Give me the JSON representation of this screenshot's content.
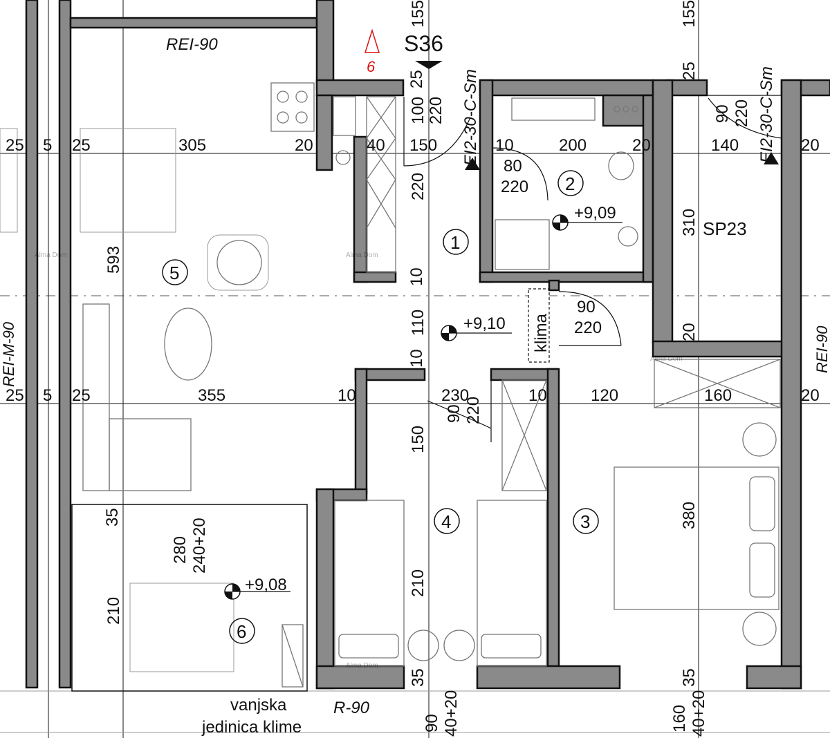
{
  "sheet": {
    "section_mark": "S36",
    "stair_number": "6",
    "climb_rows": [
      "155",
      "155"
    ]
  },
  "rooms": [
    {
      "number": "1",
      "level": "+9,10"
    },
    {
      "number": "2",
      "level": "+9,09"
    },
    {
      "number": "3",
      "level": ""
    },
    {
      "number": "4",
      "level": ""
    },
    {
      "number": "5",
      "level": ""
    },
    {
      "number": "6",
      "level": "+9,08"
    }
  ],
  "shaft": "SP23",
  "fire_ratings": {
    "top_left": "REI-90",
    "entrance_door_1": "EI2-30-C-Sm",
    "entrance_door_2": "EI2-30-C-Sm",
    "left_vertical": "REI-M-90",
    "right_vertical": "REI-90",
    "bottom": "R-90"
  },
  "labels": {
    "klima": "klima",
    "outdoor_unit_line1": "vanjska",
    "outdoor_unit_line2": "jedinica klime"
  },
  "doors": [
    {
      "w": "100",
      "h": "220"
    },
    {
      "w": "80",
      "h": "220"
    },
    {
      "w": "90",
      "h": "220"
    },
    {
      "w": "90",
      "h": "220"
    },
    {
      "w": "90",
      "h": "220"
    }
  ],
  "windows": [
    {
      "w": "280",
      "h": "240+20"
    },
    {
      "w": "90",
      "h": "40+20"
    },
    {
      "w": "160",
      "h": "40+20"
    }
  ],
  "dimensions": {
    "row_upper": [
      "25",
      "5",
      "25",
      "305",
      "20",
      "40",
      "150",
      "10",
      "200",
      "20",
      "140",
      "20"
    ],
    "row_lower": [
      "25",
      "5",
      "25",
      "355",
      "10",
      "230",
      "10",
      "120",
      "160",
      "20"
    ],
    "vertical": [
      "593",
      "25",
      "25",
      "220",
      "310",
      "10",
      "110",
      "10",
      "20",
      "150",
      "380",
      "210",
      "210",
      "35",
      "35",
      "35"
    ]
  },
  "watermark": "Alma Dom"
}
